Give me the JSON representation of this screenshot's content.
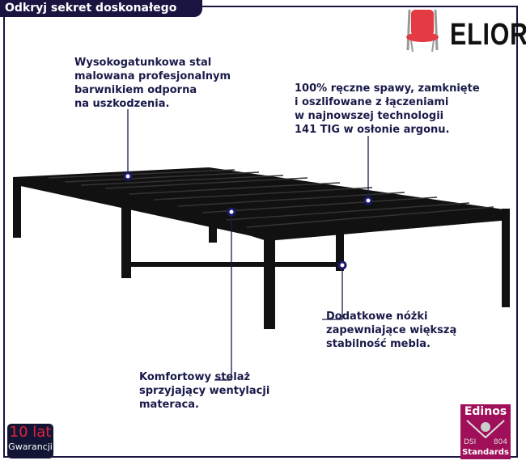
{
  "header": {
    "title": "Odkryj sekret doskonałego snu"
  },
  "brand": {
    "name": "ELIOR",
    "icon": "red-chair-icon"
  },
  "annotations": [
    {
      "text": "Wysokogatunkowa stal\nmalowana profesjonalnym\nbarwnikiem odporna\nna uszkodzenia."
    },
    {
      "text": "100% ręczne spawy, zamknięte\ni oszlifowane z łączeniami\nw najnowszej technologii\n141 TIG w osłonie argonu."
    },
    {
      "text": "Dodatkowe nóżki\nzapewniające większą\nstabilność mebla."
    },
    {
      "text": "Komfortowy stelaż\nsprzyjający wentylacji\nmateraca."
    }
  ],
  "badges": {
    "warranty_years": "10 lat",
    "warranty_label": "Gwarancji",
    "edinos_title": "Edinos",
    "edinos_left": "DSI",
    "edinos_right": "804",
    "edinos_bottom": "Standards"
  },
  "colors": {
    "navy": "#1a1440",
    "text": "#1a1a4a",
    "warranty_red": "#e0243c",
    "edinos": "#a0105a"
  }
}
